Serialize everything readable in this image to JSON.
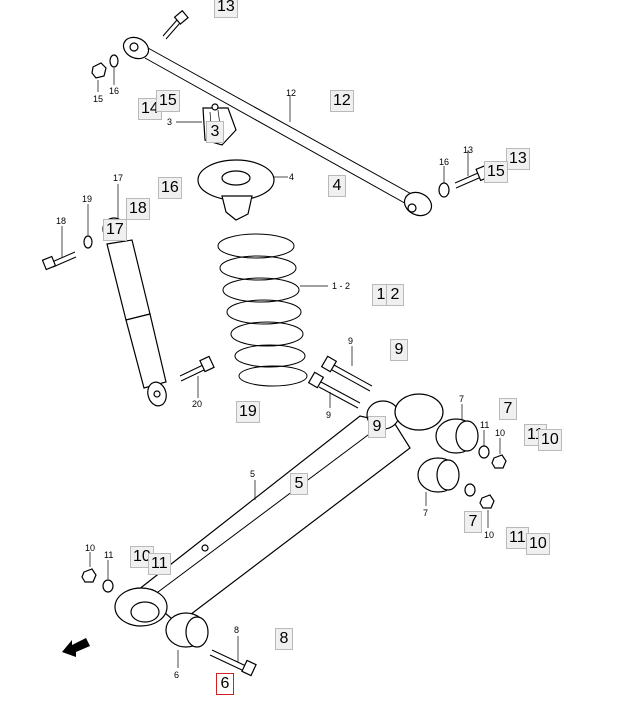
{
  "callouts": {
    "c13a": "13",
    "c14": "14",
    "c15a": "15",
    "c3": "3",
    "c12": "12",
    "c4": "4",
    "c16": "16",
    "c18": "18",
    "c17": "17",
    "c13b": "13",
    "c15b": "15",
    "c1": "1",
    "c2": "2",
    "c9a": "9",
    "c19": "19",
    "c9b": "9",
    "c7a": "7",
    "c11a": "11",
    "c10a": "10",
    "c5": "5",
    "c7b": "7",
    "c11b": "11",
    "c10b": "10",
    "c10c": "10",
    "c11c": "11",
    "c8": "8",
    "c6": "6"
  },
  "labels": {
    "l15": "15",
    "l16a": "16",
    "l3": "3",
    "l12": "12",
    "l16b": "16",
    "l13": "13",
    "l4": "4",
    "l17": "17",
    "l19": "19",
    "l18": "18",
    "l12b": "1 - 2",
    "l9a": "9",
    "l9b": "9",
    "l20": "20",
    "l7a": "7",
    "l11": "11",
    "l10a": "10",
    "l5": "5",
    "l7b": "7",
    "l10b": "10",
    "l10c": "10",
    "l11b": "11",
    "l8": "8",
    "l6": "6"
  },
  "icons": {
    "front": "fwd-arrow-icon"
  }
}
